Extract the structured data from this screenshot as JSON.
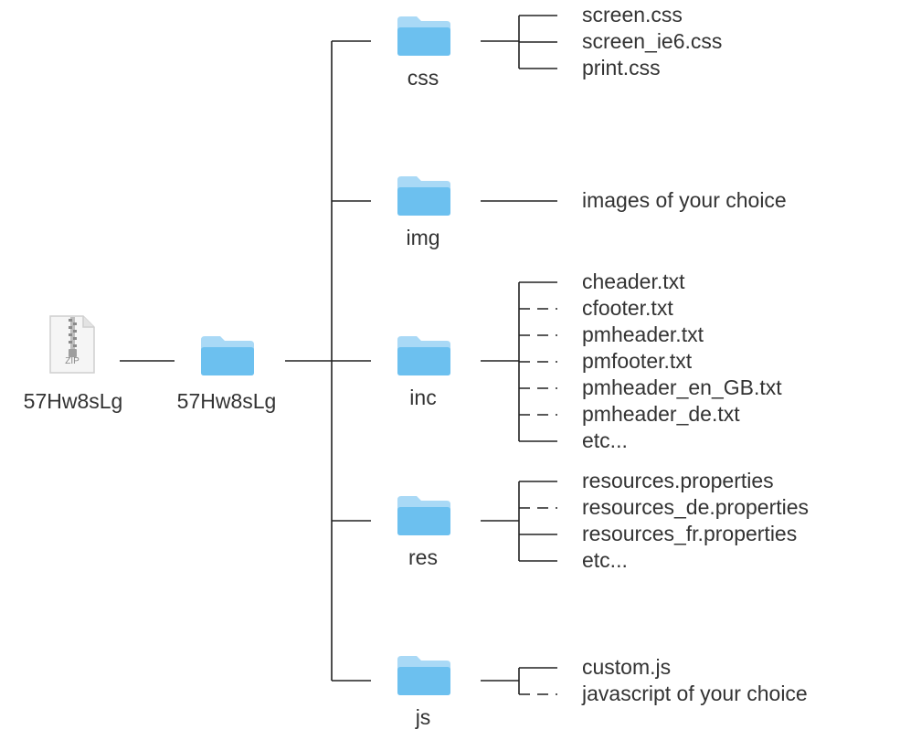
{
  "archive": {
    "icon": "zip-file-icon",
    "icon_text": "ZIP",
    "label": "57Hw8sLg"
  },
  "root": {
    "icon": "folder-icon",
    "label": "57Hw8sLg"
  },
  "colors": {
    "line": "#222222",
    "text": "#333333",
    "folder_light": "#a9d9f6",
    "folder_dark": "#6cc0ef"
  },
  "folders": [
    {
      "name": "css",
      "files": [
        {
          "name": "screen.css",
          "dashed": false
        },
        {
          "name": "screen_ie6.css",
          "dashed": false
        },
        {
          "name": "print.css",
          "dashed": false
        }
      ]
    },
    {
      "name": "img",
      "files": [
        {
          "name": "images of your choice",
          "dashed": false
        }
      ]
    },
    {
      "name": "inc",
      "files": [
        {
          "name": "cheader.txt",
          "dashed": false
        },
        {
          "name": "cfooter.txt",
          "dashed": true
        },
        {
          "name": "pmheader.txt",
          "dashed": true
        },
        {
          "name": "pmfooter.txt",
          "dashed": true
        },
        {
          "name": "pmheader_en_GB.txt",
          "dashed": true
        },
        {
          "name": "pmheader_de.txt",
          "dashed": true
        },
        {
          "name": "etc...",
          "dashed": false
        }
      ]
    },
    {
      "name": "res",
      "files": [
        {
          "name": "resources.properties",
          "dashed": false
        },
        {
          "name": "resources_de.properties",
          "dashed": true
        },
        {
          "name": "resources_fr.properties",
          "dashed": false
        },
        {
          "name": "etc...",
          "dashed": false
        }
      ]
    },
    {
      "name": "js",
      "files": [
        {
          "name": "custom.js",
          "dashed": false
        },
        {
          "name": "javascript of your choice",
          "dashed": true
        }
      ]
    }
  ]
}
